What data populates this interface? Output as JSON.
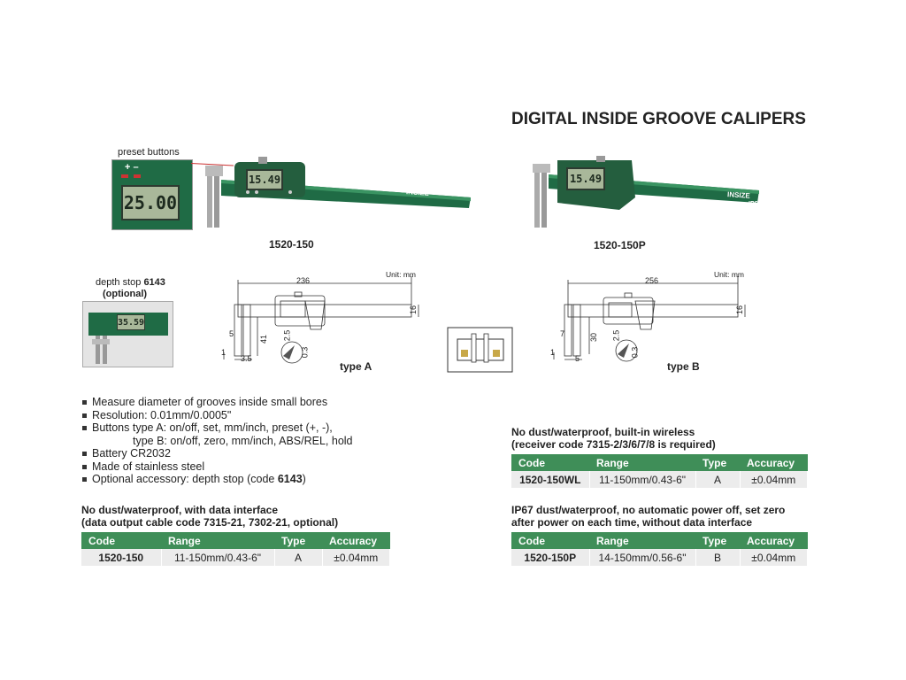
{
  "title": "DIGITAL INSIDE GROOVE CALIPERS",
  "preset_buttons_label": "preset buttons",
  "preset_signs": "+ –",
  "lcd_zoom": "25.00",
  "lcd_reading": "15.49",
  "brand": "INSIZE",
  "ip_rating": "IP67",
  "models": {
    "left": "1520-150",
    "right": "1520-150P"
  },
  "depth_stop": {
    "line1": "depth stop ",
    "code": "6143",
    "line2": "(optional)",
    "lcd": "35.59"
  },
  "drawing_a": {
    "unit": "Unit: mm",
    "length": "236",
    "height": "16",
    "d1": "5",
    "d2": "41",
    "d3": "2.5",
    "d4": "0.3",
    "d5": "1",
    "d6": "3.5",
    "type": "type A"
  },
  "drawing_b": {
    "unit": "Unit: mm",
    "length": "256",
    "height": "16",
    "d1": "7",
    "d2": "30",
    "d3": "2.5",
    "d4": "0.3",
    "d5": "1",
    "d6": "5",
    "type": "type B"
  },
  "features": [
    "Measure diameter of grooves inside small bores",
    "Resolution: 0.01mm/0.0005\"",
    "Buttons type A: on/off, set, mm/inch, preset (+, -),",
    "type B: on/off, zero, mm/inch, ABS/REL, hold",
    "Battery CR2032",
    "Made of stainless steel"
  ],
  "feature_accessory": {
    "text": "Optional accessory: depth stop (code ",
    "code": "6143",
    "close": ")"
  },
  "headers": [
    "Code",
    "Range",
    "Type",
    "Accuracy"
  ],
  "table_1": {
    "heading1": "No dust/waterproof, with data interface",
    "heading2": "(data output cable code 7315-21, 7302-21, optional)",
    "row": [
      "1520-150",
      "11-150mm/0.43-6\"",
      "A",
      "±0.04mm"
    ]
  },
  "table_2": {
    "heading1": "No dust/waterproof, built-in wireless",
    "heading2": "(receiver code 7315-2/3/6/7/8 is required)",
    "row": [
      "1520-150WL",
      "11-150mm/0.43-6\"",
      "A",
      "±0.04mm"
    ]
  },
  "table_3": {
    "heading1": "IP67 dust/waterproof, no automatic power off, set zero",
    "heading2": "after power on each time, without data interface",
    "row": [
      "1520-150P",
      "14-150mm/0.56-6\"",
      "B",
      "±0.04mm"
    ]
  },
  "colors": {
    "body_green": "#1f6b45",
    "header_green": "#3f8e58",
    "cell_grey": "#ececec",
    "lcd": "#a9b89a"
  }
}
